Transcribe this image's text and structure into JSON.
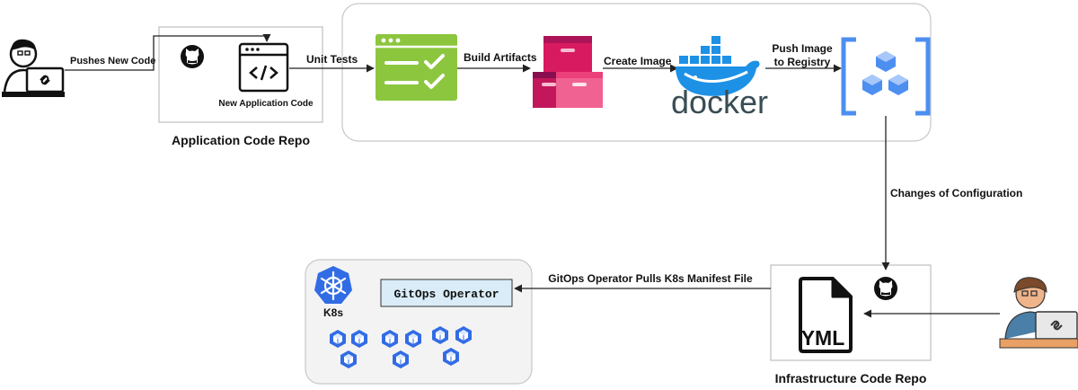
{
  "labels": {
    "pushes_new_code": "Pushes New Code",
    "new_application_code": "New Application Code",
    "application_code_repo": "Application Code Repo",
    "unit_tests": "Unit Tests",
    "build_artifacts": "Build Artifacts",
    "create_image": "Create Image",
    "push_image_line1": "Push Image",
    "push_image_line2": "to Registry",
    "changes_of_configuration": "Changes of Configuration",
    "gitops_pulls": "GitOps Operator Pulls K8s Manifest File",
    "gitops_operator": "GitOps Operator",
    "k8s": "K8s",
    "yml": "YML",
    "infrastructure_code_repo": "Infrastructure Code Repo",
    "docker": "docker"
  },
  "colors": {
    "green": "#8cc63f",
    "pink_dark": "#c2185b",
    "pink_light": "#f06292",
    "docker_blue": "#1d91e6",
    "registry_blue": "#4d8ff1",
    "k8s_blue": "#326ce5",
    "operator_fill": "#d9ecf7",
    "person_skin": "#f0b48a",
    "person_shirt": "#4a7fa7"
  },
  "icons": {
    "developer_left": "developer-laptop-icon",
    "github": "github-icon",
    "code_window": "code-window-icon",
    "unit_tests": "checklist-icon",
    "artifacts": "boxes-icon",
    "docker": "docker-whale-icon",
    "registry": "container-registry-icon",
    "k8s": "kubernetes-helm-icon",
    "pod": "pod-cube-icon",
    "yml_file": "yml-file-icon",
    "developer_right": "developer-laptop-color-icon"
  }
}
